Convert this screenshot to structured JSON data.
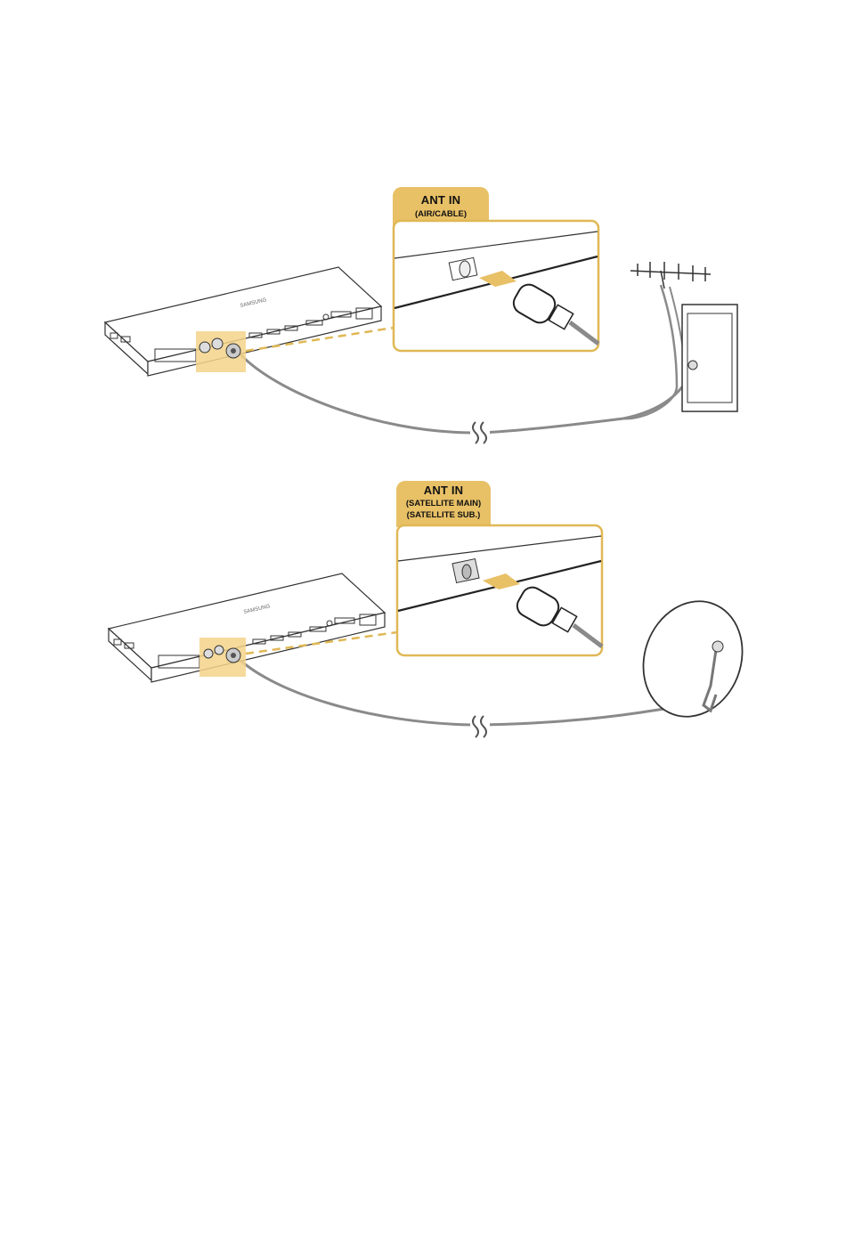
{
  "diagrams": [
    {
      "id": "air",
      "port_title": "ANT IN",
      "port_subtitle_lines": [
        "(AIR/CABLE)"
      ]
    },
    {
      "id": "satellite",
      "port_title": "ANT IN",
      "port_subtitle_lines": [
        "(SATELLITE MAIN)",
        "(SATELLITE SUB.)"
      ]
    }
  ],
  "brand_text": "SAMSUNG",
  "colors": {
    "tab": "#e8c066",
    "highlight": "#f5d38a",
    "outline": "#333333",
    "cable": "#8a8a8a"
  }
}
